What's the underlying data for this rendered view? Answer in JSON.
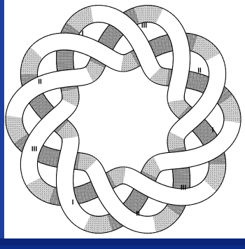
{
  "diagram": {
    "strand_labels": [
      "I",
      "II",
      "III"
    ],
    "colors": {
      "background": "#0b2c8a",
      "panel": "#ffffff",
      "ribbon_front": "#ffffff",
      "ribbon_back_light": "#c8c8c8",
      "ribbon_back_dark": "#8c8c8c",
      "outline": "#000000"
    },
    "labels": [
      {
        "text": "I"
      },
      {
        "text": "III"
      },
      {
        "text": "II"
      },
      {
        "text": "II"
      },
      {
        "text": "I"
      },
      {
        "text": "III"
      },
      {
        "text": "III"
      },
      {
        "text": "I"
      },
      {
        "text": "II"
      }
    ]
  }
}
